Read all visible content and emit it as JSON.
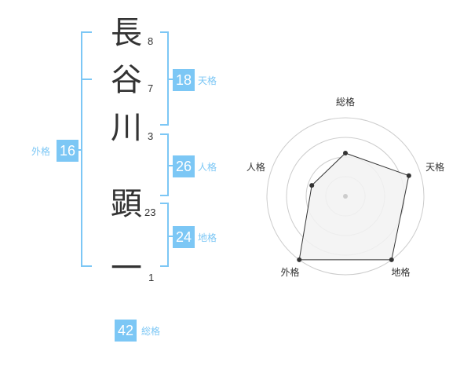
{
  "name": {
    "chars": [
      {
        "char": "長",
        "strokes": "8"
      },
      {
        "char": "谷",
        "strokes": "7"
      },
      {
        "char": "川",
        "strokes": "3"
      },
      {
        "char": "顕",
        "strokes": "23"
      },
      {
        "char": "一",
        "strokes": "1"
      }
    ]
  },
  "fortunes": {
    "tenkaku": {
      "label": "天格",
      "value": "18"
    },
    "jinkaku": {
      "label": "人格",
      "value": "26"
    },
    "chikaku": {
      "label": "地格",
      "value": "24"
    },
    "gaikaku": {
      "label": "外格",
      "value": "16"
    },
    "soukaku": {
      "label": "総格",
      "value": "42"
    }
  },
  "colors": {
    "accent": "#7cc7f5",
    "text": "#333333",
    "grid": "#cccccc",
    "fill": "#f2f2f2",
    "point": "#333333"
  },
  "chart_data": {
    "type": "radar",
    "axes": [
      "総格",
      "天格",
      "地格",
      "外格",
      "人格"
    ],
    "values": [
      0.55,
      0.85,
      1.0,
      1.0,
      0.45
    ],
    "range": [
      0,
      1
    ],
    "rings": 4,
    "grid": true
  }
}
